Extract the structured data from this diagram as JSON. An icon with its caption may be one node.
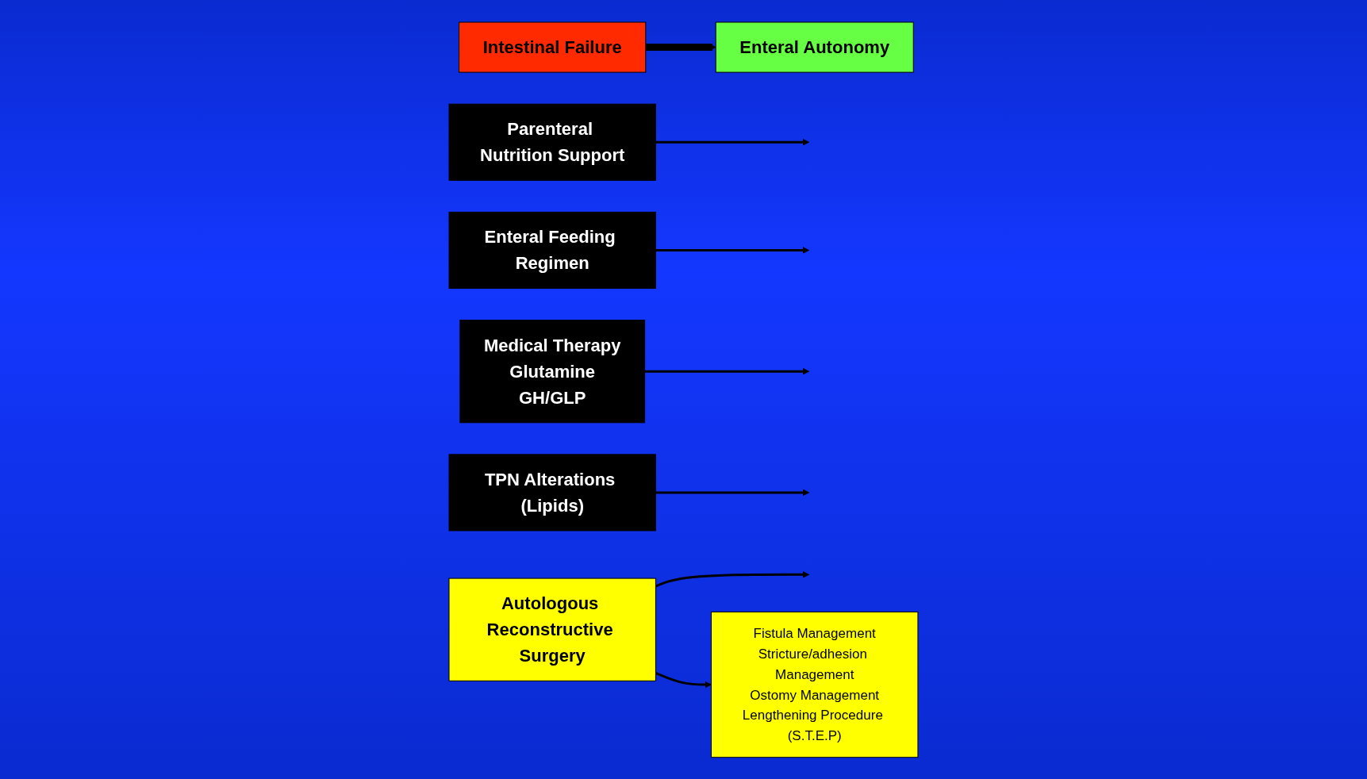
{
  "diagram": {
    "nodes": [
      {
        "text": [
          "Intestinal Failure"
        ]
      },
      {
        "text": [
          "Parenteral Nutrition Support"
        ]
      },
      {
        "text": [
          "Enteral Feeding Regimen"
        ]
      },
      {
        "text": [
          "Medical Therapy",
          "Glutamine",
          "GH/GLP"
        ]
      },
      {
        "text": [
          "TPN Alterations (Lipids)"
        ]
      },
      {
        "text": [
          "Enteral Autonomy"
        ]
      },
      {
        "text": [
          "Autologous Reconstructive Surgery"
        ]
      },
      {
        "text": [
          "Fistula Management",
          "Stricture/adhesion Management",
          "Ostomy Management",
          "Lengthening Procedure (S.T.E.P)"
        ]
      }
    ],
    "edges": [
      {
        "from": 0,
        "to": 5,
        "arrow": "to",
        "style": "thick"
      },
      {
        "from": 1,
        "to": null,
        "arrow": "to"
      },
      {
        "from": 2,
        "to": null,
        "arrow": "to"
      },
      {
        "from": 3,
        "to": null,
        "arrow": "to"
      },
      {
        "from": 4,
        "to": null,
        "arrow": "to"
      },
      {
        "from": 6,
        "to": null,
        "arrow": "to"
      },
      {
        "from": 6,
        "to": 7,
        "arrow": "to"
      }
    ]
  }
}
